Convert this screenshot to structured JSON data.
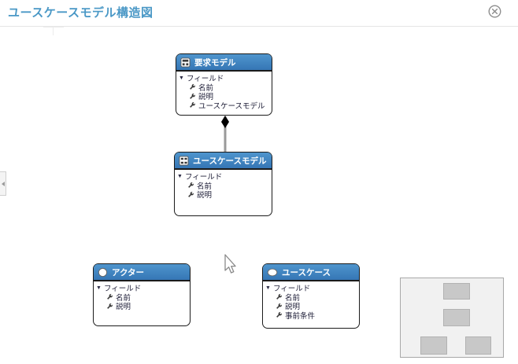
{
  "page": {
    "title": "ユースケースモデル構造図"
  },
  "icons": {
    "close": "circle-x-icon",
    "group_toggle": "triangle-down-icon",
    "field": "wrench-icon",
    "panel_handle": "collapse-arrow-icon",
    "cursor": "mouse-pointer-icon"
  },
  "colors": {
    "title_text": "#4a98c6",
    "node_header_blue": "#3f81c1",
    "node_border": "#1b1b1b",
    "edge_gray": "#999999",
    "minimap_bg": "#f1f1f1",
    "minimap_box": "#c8c8c8"
  },
  "diagram": {
    "nodes": [
      {
        "title": "要求モデル",
        "icon": "model-icon",
        "group": "フィールド",
        "fields": [
          "名前",
          "説明",
          "ユースケースモデル"
        ]
      },
      {
        "title": "ユースケースモデル",
        "icon": "diagram-icon",
        "group": "フィールド",
        "fields": [
          "名前",
          "説明"
        ]
      },
      {
        "title": "アクター",
        "icon": "actor-circle-icon",
        "group": "フィールド",
        "fields": [
          "名前",
          "説明"
        ]
      },
      {
        "title": "ユースケース",
        "icon": "usecase-ellipse-icon",
        "group": "フィールド",
        "fields": [
          "名前",
          "説明",
          "事前条件"
        ]
      }
    ],
    "edges": [
      {
        "from": "要求モデル",
        "to": "ユースケースモデル",
        "type": "composition",
        "marker": "filled-diamond"
      }
    ]
  },
  "minimap": {
    "box_count": "4"
  }
}
